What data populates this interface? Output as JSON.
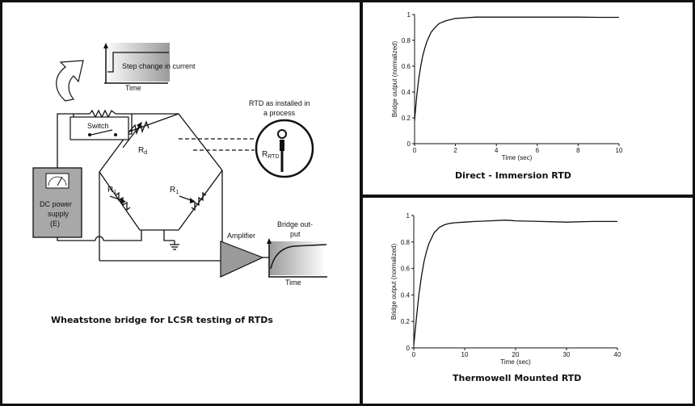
{
  "diagram": {
    "step_label": "Step change in current",
    "time_label": "Time",
    "switch_label": "Switch",
    "rd_main": "R",
    "rd_sub": "d",
    "r1_main": "R",
    "r1_sub": "1",
    "rtd_title_line1": "RTD as installed in",
    "rtd_title_line2": "a process",
    "rrtd_main": "R",
    "rrtd_sub": "RTD",
    "supply_line1": "DC power",
    "supply_line2": "supply",
    "supply_line3": "(E)",
    "amplifier_label": "Amplifier",
    "bridge_out_line1": "Bridge out-",
    "bridge_out_line2": "put",
    "output_time_label": "Time",
    "caption": "Wheatstone bridge for LCSR testing of RTDs"
  },
  "chart_data": [
    {
      "type": "line",
      "title": "Direct  - Immersion RTD",
      "xlabel": "Time (sec)",
      "ylabel": "Bridge output (normalized)",
      "xlim": [
        0,
        10
      ],
      "ylim": [
        0,
        1
      ],
      "xticks": [
        "0",
        "2",
        "4",
        "6",
        "8",
        "10"
      ],
      "yticks": [
        "0",
        "0.2",
        "0.4",
        "0.6",
        "0.8",
        "1"
      ],
      "grid": false,
      "series": [
        {
          "x": [
            0,
            0.1,
            0.2,
            0.3,
            0.4,
            0.5,
            0.6,
            0.8,
            1.0,
            1.2,
            1.5,
            2.0,
            2.5,
            3.0,
            4.0,
            5.0,
            6.0,
            7.0,
            8.0,
            9.0,
            10.0
          ],
          "y": [
            0.18,
            0.36,
            0.5,
            0.6,
            0.68,
            0.74,
            0.79,
            0.86,
            0.9,
            0.93,
            0.95,
            0.97,
            0.975,
            0.98,
            0.98,
            0.98,
            0.98,
            0.98,
            0.98,
            0.978,
            0.978
          ]
        }
      ]
    },
    {
      "type": "line",
      "title": "Thermowell Mounted RTD",
      "xlabel": "Time (sec)",
      "ylabel": "Bridge output (normalized)",
      "xlim": [
        0,
        40
      ],
      "ylim": [
        0,
        1
      ],
      "xticks": [
        "0",
        "10",
        "20",
        "30",
        "40"
      ],
      "yticks": [
        "0",
        "0.2",
        "0.4",
        "0.6",
        "0.8",
        "1"
      ],
      "grid": false,
      "series": [
        {
          "x": [
            0,
            0.5,
            1,
            1.5,
            2,
            2.5,
            3,
            4,
            5,
            6,
            7,
            8,
            10,
            12,
            15,
            18,
            20,
            25,
            30,
            35,
            40
          ],
          "y": [
            0.02,
            0.22,
            0.4,
            0.54,
            0.65,
            0.73,
            0.79,
            0.87,
            0.91,
            0.93,
            0.94,
            0.945,
            0.95,
            0.955,
            0.96,
            0.965,
            0.96,
            0.955,
            0.95,
            0.955,
            0.955
          ]
        }
      ]
    }
  ]
}
